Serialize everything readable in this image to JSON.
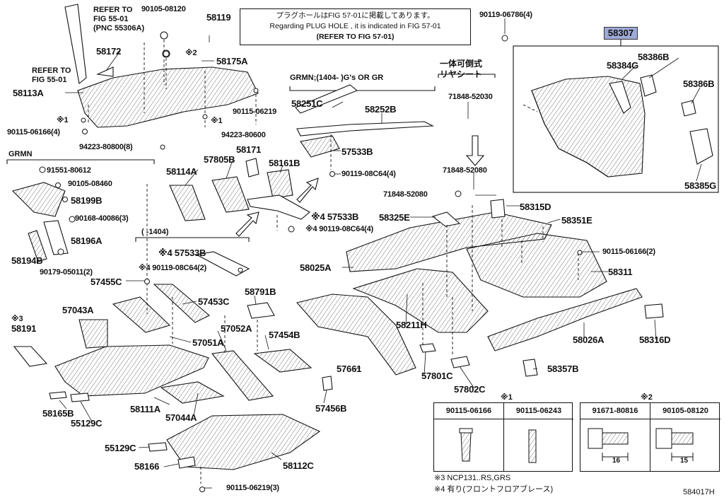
{
  "diagram_id": "584017H",
  "note_box": {
    "line1": "プラグホールはFIG 57-01に掲載してあります。",
    "line2": "Regarding PLUG HOLE , it is indicated in FIG 57-01",
    "line3": "(REFER TO FIG 57-01)"
  },
  "refs": {
    "refer_top_1": "REFER TO",
    "refer_top_2": "FIG 55-01",
    "refer_top_3": "(PNC 55306A)",
    "refer_left_1": "REFER TO",
    "refer_left_2": "FIG 55-01"
  },
  "groups": {
    "grmn": "GRMN",
    "grmn_1404": "GRMN;(1404-    )G's OR GR",
    "minus_1404": "(    -1404)",
    "seat_jp_1": "一体可倒式",
    "seat_jp_2": "リヤシート"
  },
  "highlight_part": "58307",
  "parts": {
    "p90105_08120": "90105-08120",
    "p58119": "58119",
    "p90119_06786": "90119-06786(4)",
    "p58172": "58172",
    "note2_a": "※2",
    "p58175A": "58175A",
    "p58113A": "58113A",
    "p90115_06219": "90115-06219",
    "note1_a": "※1",
    "note1_b": "※1",
    "p90115_06166_4": "90115-06166(4)",
    "p94223_80600": "94223-80600",
    "p94223_80800": "94223-80800(8)",
    "p58251C": "58251C",
    "p58252B": "58252B",
    "p71848_52030": "71848-52030",
    "p58386B_a": "58386B",
    "p58384G": "58384G",
    "p58386B_b": "58386B",
    "p58385G": "58385G",
    "p58171": "58171",
    "p57533B_a": "57533B",
    "p90119_08C64_4a": "90119-08C64(4)",
    "p71848_52080_a": "71848-52080",
    "p91551_80612": "91551-80612",
    "p58114A": "58114A",
    "p57805B": "57805B",
    "p58161B": "58161B",
    "p90105_08460": "90105-08460",
    "p58199B": "58199B",
    "p71848_52080_b": "71848-52080",
    "p58315D": "58315D",
    "p90168_40086": "90168-40086(3)",
    "p57533B_b": "※4 57533B",
    "p58325E": "58325E",
    "p58351E": "58351E",
    "p90119_08C64_4b": "※4 90119-08C64(4)",
    "p58196A": "58196A",
    "p58194B": "58194B",
    "p57533B_c": "※4 57533B",
    "p90115_06166_2": "90115-06166(2)",
    "p90179_05011": "90179-05011(2)",
    "p90119_08C64_2": "※4 90119-08C64(2)",
    "p58025A": "58025A",
    "p58311": "58311",
    "p57455C": "57455C",
    "p58791B": "58791B",
    "p57453C": "57453C",
    "note3": "※3",
    "p58191": "58191",
    "p57043A": "57043A",
    "p57052A": "57052A",
    "p58211H": "58211H",
    "p58026A": "58026A",
    "p58316D": "58316D",
    "p57454B": "57454B",
    "p57051A": "57051A",
    "p57661": "57661",
    "p58357B": "58357B",
    "p57801C": "57801C",
    "p57802C": "57802C",
    "p58165B": "58165B",
    "p55129C_a": "55129C",
    "p58111A": "58111A",
    "p57044A": "57044A",
    "p57456B": "57456B",
    "p55129C_b": "55129C",
    "p58166": "58166",
    "p58112C": "58112C",
    "p90115_06219_3": "90115-06219(3)"
  },
  "legend": {
    "note1_title": "※1",
    "note1_col1": "90115-06166",
    "note1_col2": "90115-06243",
    "note2_title": "※2",
    "note2_col1": "91671-80816",
    "note2_col2": "90105-08120",
    "dim16": "16",
    "dim15": "15",
    "footnote3": "※3 NCP131..RS,GRS",
    "footnote4": "※4 有り(フロントフロアブレース)"
  }
}
